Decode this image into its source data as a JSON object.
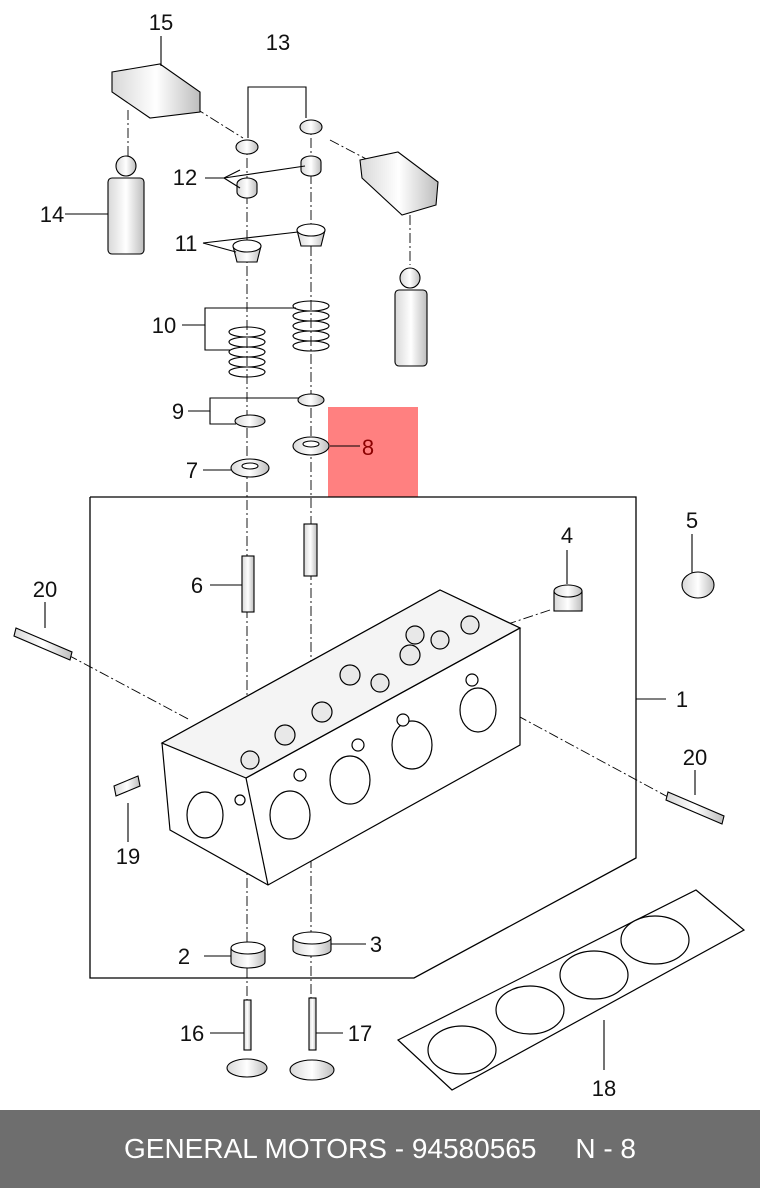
{
  "highlight_color": "#ff8080",
  "callouts": {
    "c1": "1",
    "c2": "2",
    "c3": "3",
    "c4": "4",
    "c5": "5",
    "c6": "6",
    "c7": "7",
    "c8": "8",
    "c9": "9",
    "c10": "10",
    "c11": "11",
    "c12": "12",
    "c13": "13",
    "c14": "14",
    "c15": "15",
    "c16": "16",
    "c17": "17",
    "c18": "18",
    "c19": "19",
    "c20a": "20",
    "c20b": "20"
  },
  "footer": {
    "brand": "GENERAL MOTORS",
    "separator": " - ",
    "part_number": "94580565",
    "gap": "     ",
    "page_ref": "N - 8"
  }
}
